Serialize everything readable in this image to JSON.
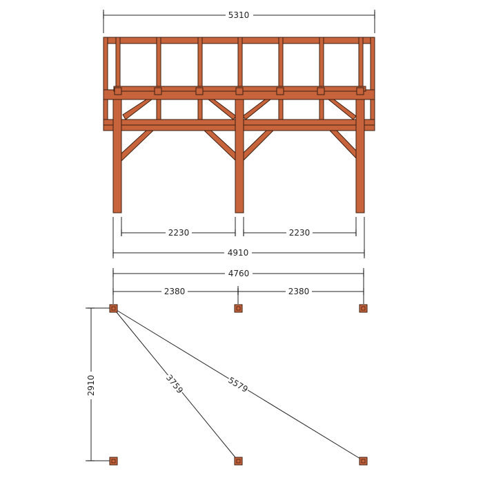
{
  "colors": {
    "timber": "#C8643C",
    "timber_outline": "#3A1E10",
    "line": "#222222",
    "background": "#FFFFFF"
  },
  "elevation": {
    "overall_width": "5310",
    "post_span": "4910",
    "bay_left": "2230",
    "bay_right": "2230"
  },
  "plan": {
    "overall_width": "4760",
    "bay_left": "2380",
    "bay_right": "2380",
    "depth": "2910",
    "diagonal_short": "3759",
    "diagonal_long": "5579"
  }
}
